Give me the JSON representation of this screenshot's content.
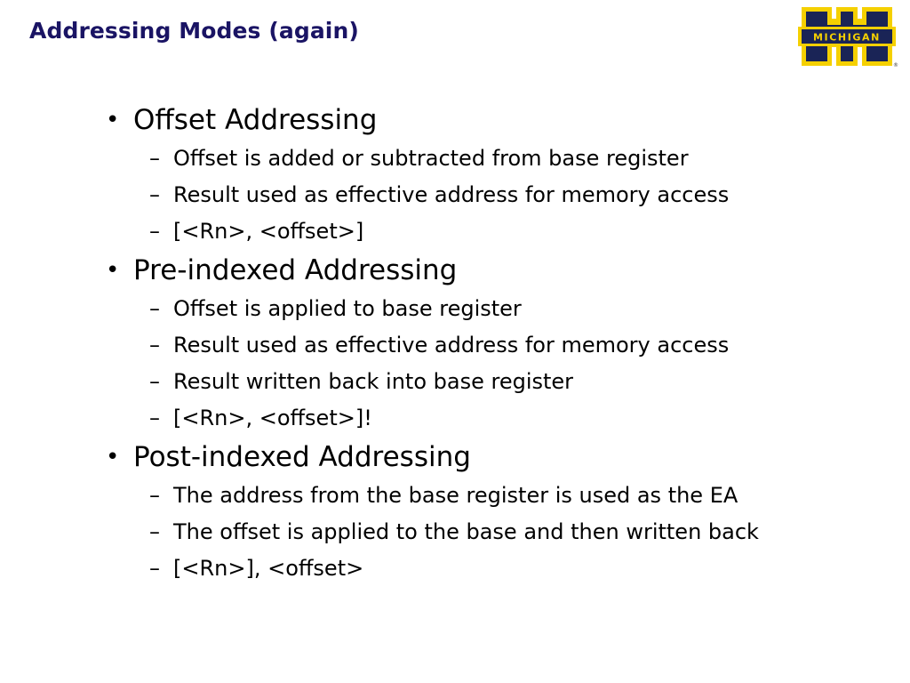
{
  "slide": {
    "title": "Addressing Modes (again)",
    "title_color": "#1a1464",
    "background_color": "#ffffff",
    "body_text_color": "#000000"
  },
  "logo": {
    "name": "university-of-michigan-block-m-logo",
    "wordmark": "MICHIGAN",
    "registered_mark": "®",
    "navy": "#1a2456",
    "maize": "#f5d000"
  },
  "bullets": {
    "level1_marker": "•",
    "level2_marker": "–",
    "groups": [
      {
        "heading": "Offset Addressing",
        "items": [
          "Offset is added or subtracted from base register",
          "Result used as effective address for memory access",
          "[<Rn>, <offset>]"
        ]
      },
      {
        "heading": "Pre-indexed Addressing",
        "items": [
          "Offset is applied to base register",
          "Result used as effective address for memory access",
          "Result written back into base register",
          "[<Rn>, <offset>]!"
        ]
      },
      {
        "heading": "Post-indexed Addressing",
        "items": [
          "The address from the base register is used as the EA",
          "The offset is applied to the base and then written back",
          "[<Rn>], <offset>"
        ]
      }
    ]
  }
}
